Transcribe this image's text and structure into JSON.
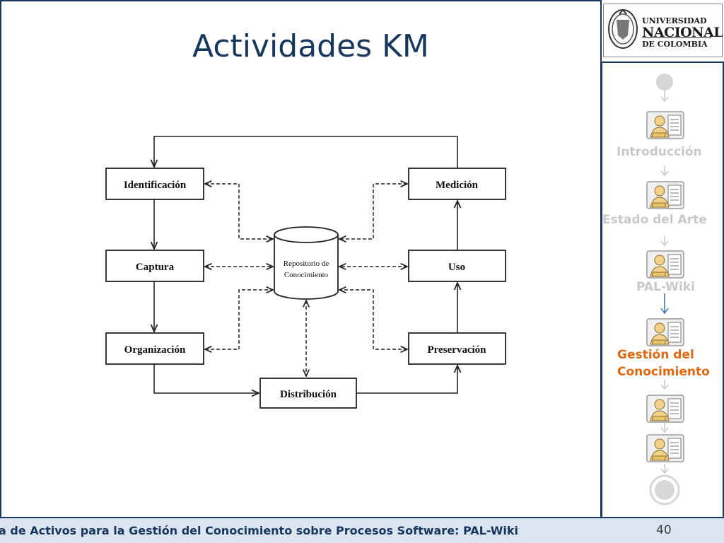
{
  "slide": {
    "title": "Actividades KM",
    "page_number": "40",
    "footer_text": "a de Activos para la Gestión del Conocimiento sobre Procesos Software: PAL-Wiki"
  },
  "logo": {
    "line1": "UNIVERSIDAD",
    "line2": "NACIONAL",
    "line3": "DE COLOMBIA"
  },
  "diagram": {
    "identificacion": "Identificación",
    "captura": "Captura",
    "organizacion": "Organización",
    "distribucion": "Distribución",
    "medicion": "Medición",
    "uso": "Uso",
    "preservacion": "Preservación",
    "repo_line1": "Repositorio de",
    "repo_line2": "Conocimiento"
  },
  "sidebar": {
    "items": [
      {
        "label": "Introducción",
        "state": "visited"
      },
      {
        "label": "Estado del Arte",
        "state": "visited"
      },
      {
        "label": "PAL-Wiki",
        "state": "visited"
      },
      {
        "label_line1": "Gestión del",
        "label_line2": "Conocimiento",
        "state": "current"
      }
    ],
    "colors": {
      "visited": "#c9c9c9",
      "current": "#e0690f",
      "current_arrow": "#3a6fb5"
    }
  }
}
